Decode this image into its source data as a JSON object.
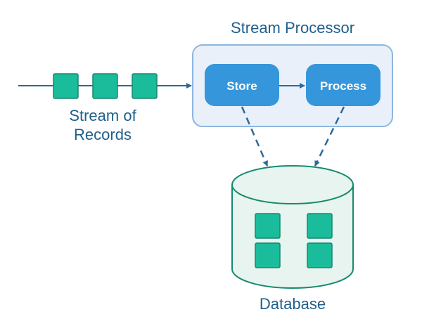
{
  "diagram": {
    "title": "Stream Processor",
    "stream_label_line1": "Stream of",
    "stream_label_line2": "Records",
    "nodes": {
      "store": "Store",
      "process": "Process",
      "database": "Database"
    },
    "stream_record_count": 3,
    "database_record_count": 4,
    "edges": [
      {
        "from": "stream",
        "to": "stream-processor",
        "style": "solid"
      },
      {
        "from": "store",
        "to": "process",
        "style": "solid"
      },
      {
        "from": "store",
        "to": "database",
        "style": "dashed"
      },
      {
        "from": "process",
        "to": "database",
        "style": "dashed"
      }
    ],
    "colors": {
      "text": "#1f5f8b",
      "arrow": "#2a6a9a",
      "record_fill": "#1bbc9b",
      "record_stroke": "#168a6f",
      "processor_fill": "#e9f0f9",
      "processor_stroke": "#8fb6e0",
      "node_fill": "#3596db",
      "db_fill": "#e8f4ef",
      "db_stroke": "#168a6f"
    }
  }
}
